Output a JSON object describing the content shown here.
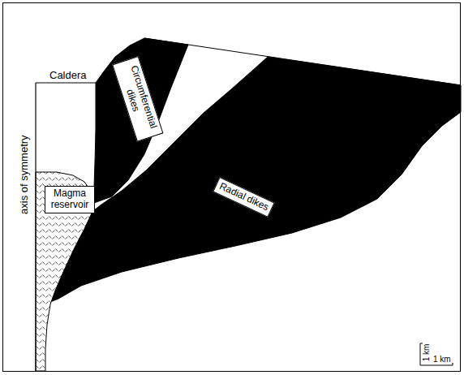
{
  "diagram": {
    "nodes": [
      {
        "text": [
          "Circumferential dikes"
        ]
      },
      {
        "text": [
          "Magma reservoir"
        ]
      },
      {
        "text": [
          "Radial dikes"
        ]
      }
    ],
    "labels": [
      "Caldera",
      "axis of symmetry",
      "1 km",
      "1 km"
    ]
  }
}
